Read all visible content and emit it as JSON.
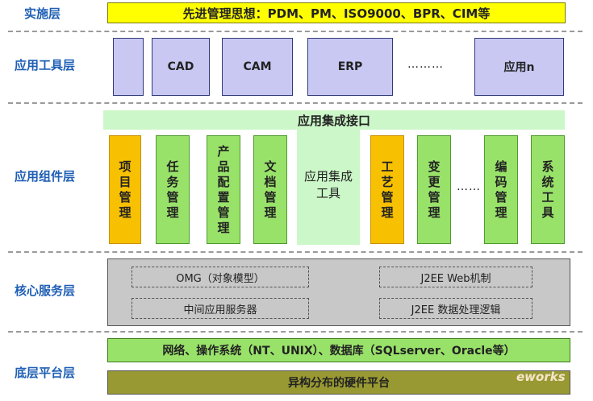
{
  "layers": {
    "implementation": "实施层",
    "tools": "应用工具层",
    "components": "应用组件层",
    "core": "核心服务层",
    "platform": "底层平台层"
  },
  "implementation": {
    "text": "先进管理思想：PDM、PM、ISO9000、BPR、CIM等"
  },
  "tools": {
    "items": [
      "CAD",
      "CAM",
      "ERP",
      "应用n"
    ],
    "ellipsis": "………"
  },
  "components": {
    "interface": "应用集成接口",
    "items": [
      "项目管理",
      "任务管理",
      "产品配置管理",
      "文档管理",
      "应用集成工具",
      "工艺管理",
      "变更管理",
      "编码管理",
      "系统工具"
    ],
    "ellipsis": "……"
  },
  "core": {
    "omg": "OMG（对象模型）",
    "j2ee_web": "J2EE Web机制",
    "middleware": "中间应用服务器",
    "j2ee_data": "J2EE 数据处理逻辑"
  },
  "platform": {
    "software": "网络、操作系统（NT、UNIX）、数据库（SQLserver、Oracle等）",
    "hardware": "异构分布的硬件平台"
  },
  "watermark": "eworks",
  "colors": {
    "label_blue": "#1f5fb5",
    "yellow": "#ffff00",
    "lavender": "#c9c8f3",
    "light_green": "#ccf7c8",
    "green": "#99e26a",
    "orange": "#f7c000",
    "gray": "#c8c8c8",
    "olive": "#999933"
  }
}
